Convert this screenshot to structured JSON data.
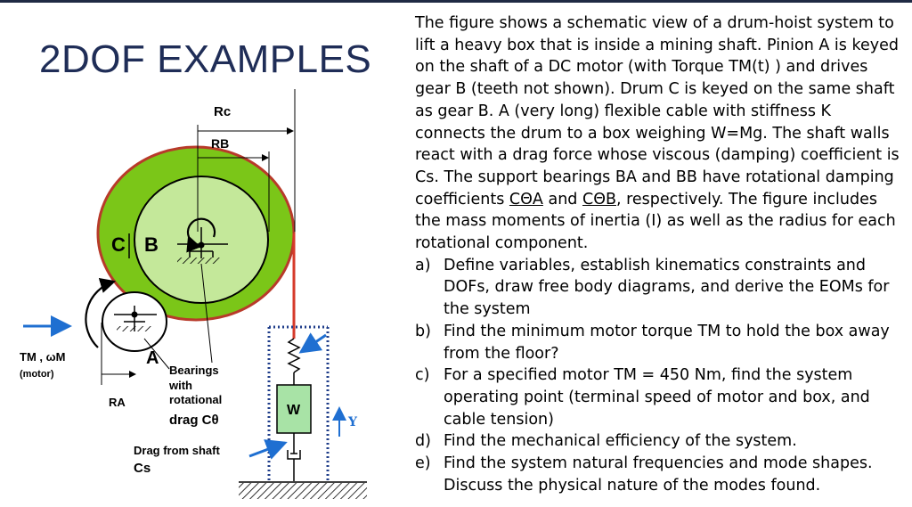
{
  "title": "2DOF EXAMPLES",
  "labels": {
    "rc": "Rc",
    "rb": "RB",
    "c": "C",
    "b": "B",
    "a": "A",
    "ra": "RA",
    "tm": "TM , ωM",
    "motor": "(motor)",
    "bearings1": "Bearings",
    "bearings2": "with",
    "bearings3": "rotational",
    "bearings4": "drag Cθ",
    "drag1": "Drag from shaft",
    "drag2": "Cs",
    "w": "W",
    "y": "Y"
  },
  "colors": {
    "drum_outer": "#7bc618",
    "drum_inner": "#c4e89a",
    "cable": "#d63a2a",
    "arrow_blue": "#1f6fd1",
    "box_fill": "#a8e3a6",
    "title": "#1f2d57"
  },
  "problem": {
    "intro": "The figure shows a schematic view of a drum-hoist system to lift a heavy box that is inside a mining shaft. Pinion A is keyed on the shaft of a DC motor (with Torque TM(t) ) and drives gear B (teeth not shown). Drum C is keyed on the same shaft as gear B. A (very long) flexible cable with stiffness K connects the drum to a box weighing W=Mg. The shaft walls react with a drag force whose viscous (damping) coefficient is Cs. The support bearings BA and BB have rotational damping coefficients",
    "coef_a": "CΘA",
    "and_word": "and",
    "coef_b": "CΘB",
    "intro_end": ", respectively. The figure includes the mass moments of inertia (I) as well as the radius for each rotational component.",
    "items": [
      {
        "marker": "a)",
        "text": "Define variables, establish kinematics constraints and DOFs, draw free body diagrams, and derive the EOMs for the system"
      },
      {
        "marker": "b)",
        "text": "Find the minimum motor torque TM to hold the box away from the floor?"
      },
      {
        "marker": "c)",
        "text": "For a specified motor TM = 450 Nm, find the system operating point (terminal speed of motor and box, and cable tension)"
      },
      {
        "marker": "d)",
        "text": "Find the mechanical efficiency of the system."
      },
      {
        "marker": "e)",
        "text": "Find the system natural frequencies and mode shapes. Discuss the physical nature of the modes found."
      }
    ]
  }
}
